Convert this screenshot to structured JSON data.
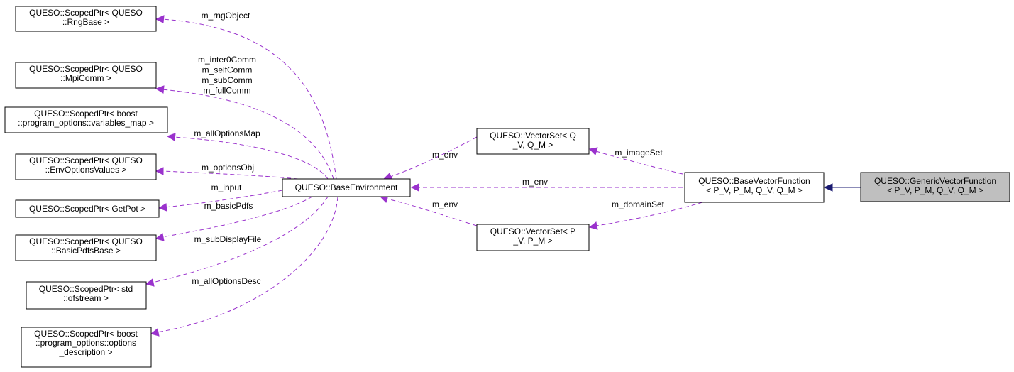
{
  "nodes": {
    "rng": [
      "QUESO::ScopedPtr< QUESO",
      "::RngBase >"
    ],
    "mpi": [
      "QUESO::ScopedPtr< QUESO",
      "::MpiComm >"
    ],
    "varmap": [
      "QUESO::ScopedPtr< boost",
      "::program_options::variables_map >"
    ],
    "envopts": [
      "QUESO::ScopedPtr< QUESO",
      "::EnvOptionsValues >"
    ],
    "getpot": [
      "QUESO::ScopedPtr< GetPot >"
    ],
    "pdfs": [
      "QUESO::ScopedPtr< QUESO",
      "::BasicPdfsBase >"
    ],
    "ofstream": [
      "QUESO::ScopedPtr< std",
      "::ofstream >"
    ],
    "optdesc": [
      "QUESO::ScopedPtr< boost",
      "::program_options::options",
      "_description >"
    ],
    "baseenv": [
      "QUESO::BaseEnvironment"
    ],
    "vsetQ": [
      "QUESO::VectorSet< Q",
      "_V, Q_M >"
    ],
    "vsetP": [
      "QUESO::VectorSet< P",
      "_V, P_M >"
    ],
    "basevf": [
      "QUESO::BaseVectorFunction",
      "< P_V, P_M, Q_V, Q_M >"
    ],
    "genvf": [
      "QUESO::GenericVectorFunction",
      "< P_V, P_M, Q_V, Q_M >"
    ]
  },
  "edges": {
    "rng": [
      "m_rngObject"
    ],
    "comm": [
      "m_inter0Comm",
      "m_selfComm",
      "m_subComm",
      "m_fullComm"
    ],
    "varmap": [
      "m_allOptionsMap"
    ],
    "envopts": [
      "m_optionsObj"
    ],
    "getpot": [
      "m_input"
    ],
    "pdfs": [
      "m_basicPdfs"
    ],
    "ofstream": [
      "m_subDisplayFile"
    ],
    "optdesc": [
      "m_allOptionsDesc"
    ],
    "vsetQ_env": [
      "m_env"
    ],
    "basevf_env": [
      "m_env"
    ],
    "vsetP_env": [
      "m_env"
    ],
    "imageSet": [
      "m_imageSet"
    ],
    "domainSet": [
      "m_domainSet"
    ]
  },
  "colors": {
    "member_edge": "#9a32cd",
    "inheritance_edge": "#191970",
    "highlight_fill": "#bfbfbf"
  }
}
